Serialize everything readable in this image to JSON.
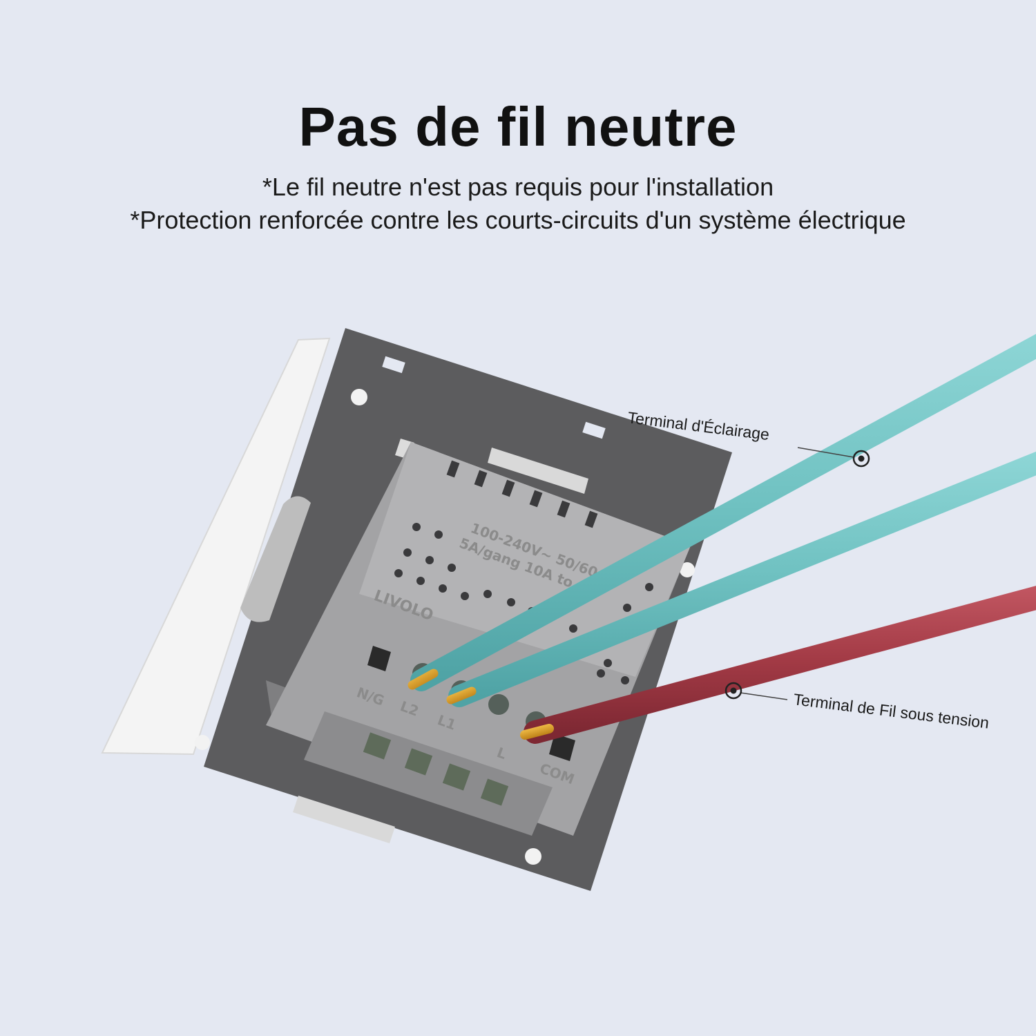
{
  "title": "Pas de fil neutre",
  "subtitles": [
    "*Le fil neutre n'est pas requis pour l'installation",
    "*Protection renforcée contre les courts-circuits d'un système électrique"
  ],
  "callouts": {
    "lighting_terminal": "Terminal d'Éclairage",
    "live_terminal": "Terminal de Fil sous tension"
  },
  "device": {
    "brand": "LIVOLO",
    "rating_line1": "100-240V~ 50/60",
    "rating_line2": "5A/gang 10A to",
    "terminal_labels": [
      "N/G",
      "L2",
      "L1",
      "L",
      "COM"
    ]
  },
  "colors": {
    "background": "#e4e8f2",
    "plate": "#5c5c5e",
    "module": "#a3a3a5",
    "lighting_wire": "#6fc1c1",
    "live_wire": "#a23a45",
    "copper": "#d99a22"
  }
}
